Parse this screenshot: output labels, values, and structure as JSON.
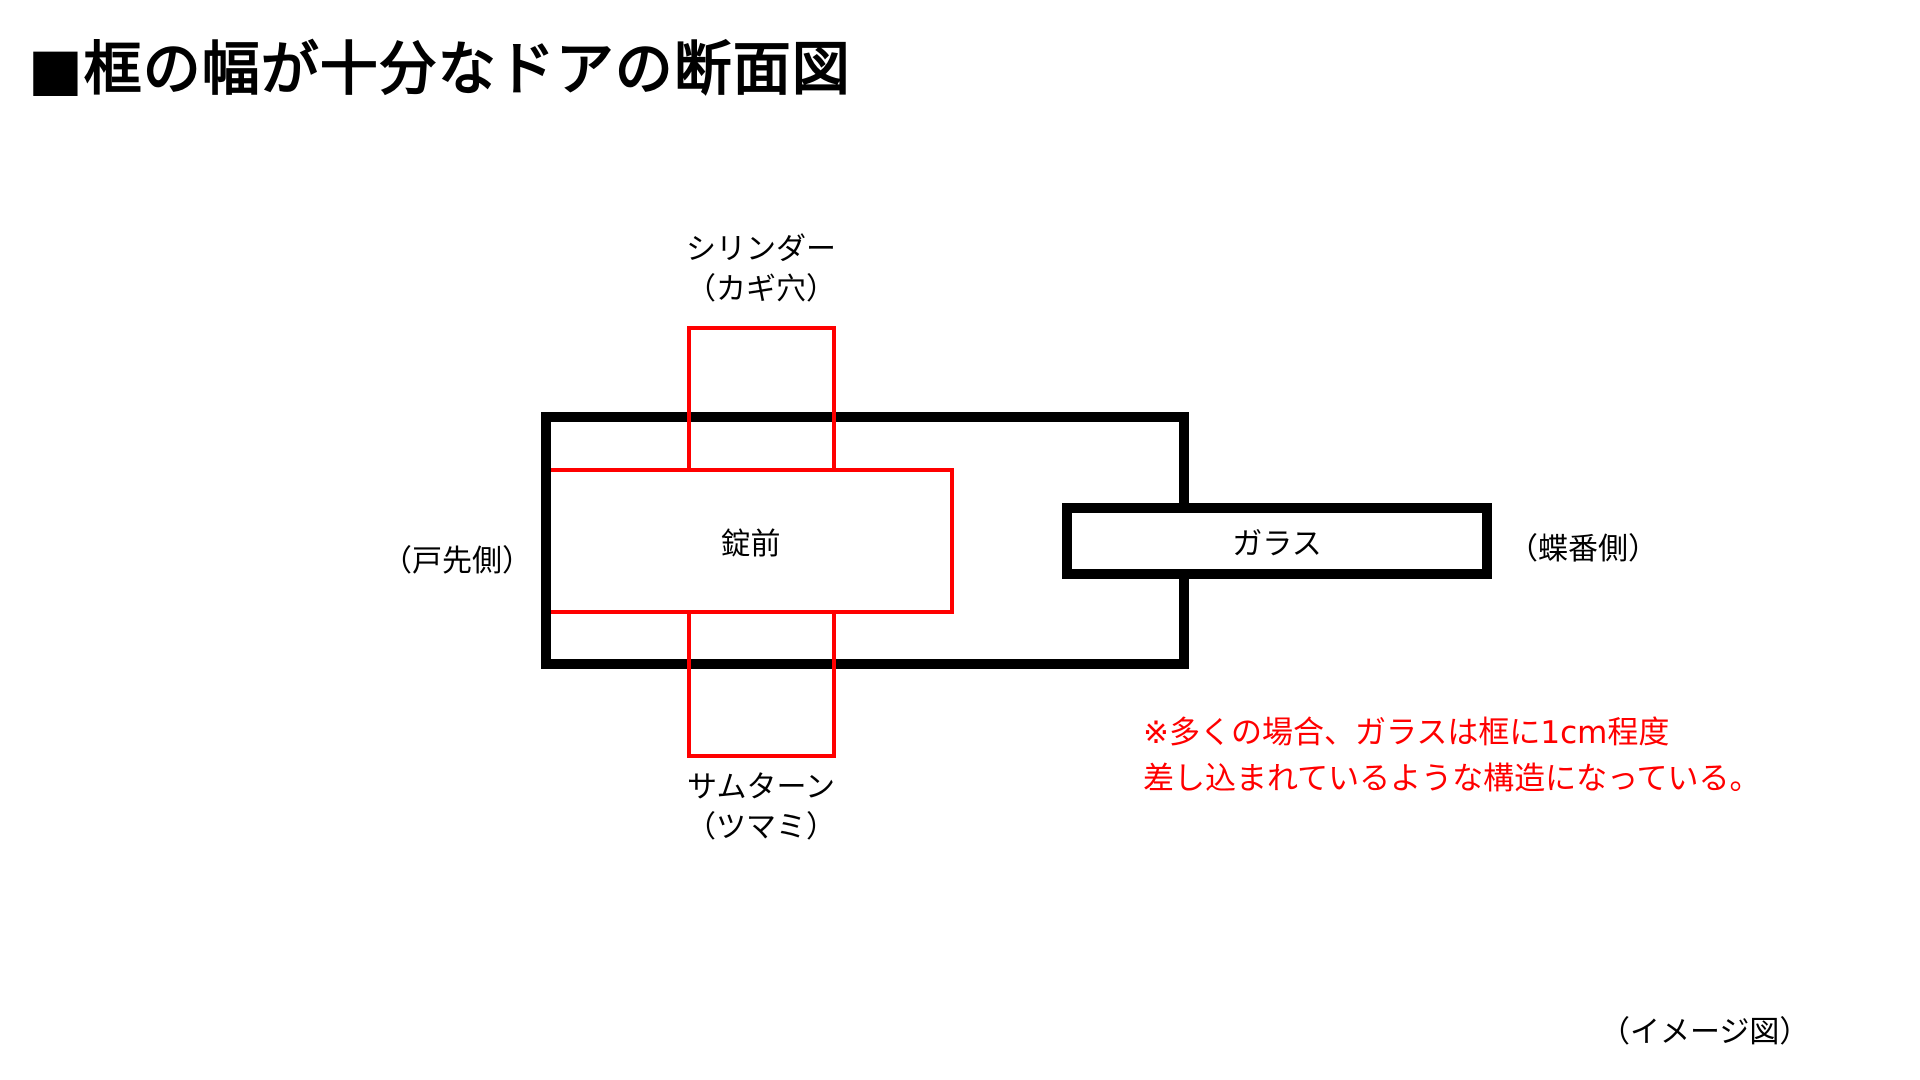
{
  "title": "■框の幅が十分なドアの断面図",
  "diagram": {
    "cylinder": {
      "line1": "シリンダー",
      "line2": "（カギ穴）"
    },
    "lock_body": "錠前",
    "glass": "ガラス",
    "thumbturn": {
      "line1": "サムターン",
      "line2": "（ツマミ）"
    },
    "left_side": "（戸先側）",
    "right_side": "（蝶番側）"
  },
  "note": {
    "line1": "※多くの場合、ガラスは框に1cm程度",
    "line2": "差し込まれているような構造になっている。"
  },
  "caption": "（イメージ図）",
  "colors": {
    "frame": "#000000",
    "lock": "#ff0000",
    "note": "#ff0000"
  }
}
